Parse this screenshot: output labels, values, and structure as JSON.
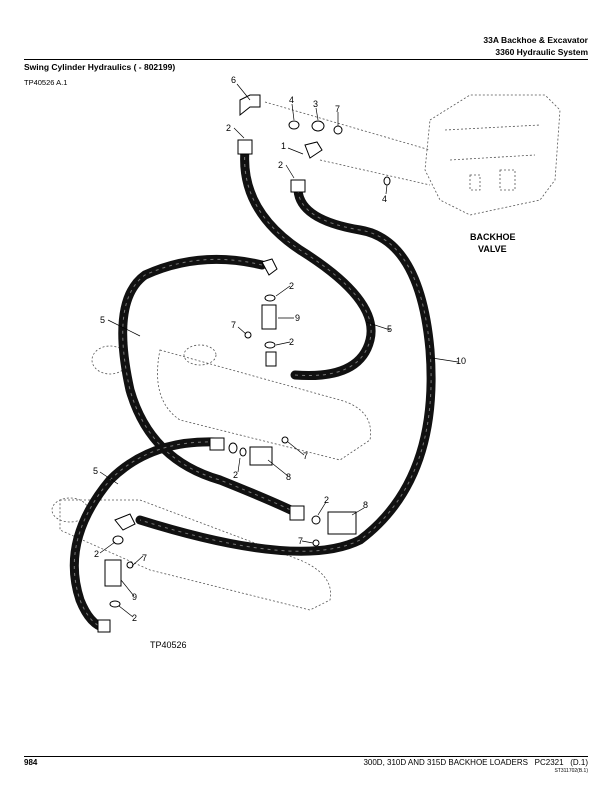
{
  "header": {
    "section": "33A Backhoe & Excavator",
    "group": "3360 Hydraulic System"
  },
  "title": "Swing Cylinder Hydraulics ( - 802199)",
  "illustration_ref": "TP40526 A.1",
  "figure": {
    "label_valve": [
      "BACKHOE",
      "VALVE"
    ],
    "figure_id": "TP40526",
    "callouts": [
      "6",
      "4",
      "3",
      "7",
      "2",
      "1",
      "2",
      "4",
      "2",
      "9",
      "5",
      "7",
      "5",
      "2",
      "10",
      "7",
      "2",
      "8",
      "5",
      "2",
      "8",
      "7",
      "2",
      "7",
      "9",
      "2"
    ]
  },
  "footer": {
    "page": "984",
    "model": "300D, 310D AND 315D BACKHOE LOADERS",
    "catalog": "PC2321",
    "rev": "(D.1)",
    "code": "ST311702(B.1)"
  }
}
